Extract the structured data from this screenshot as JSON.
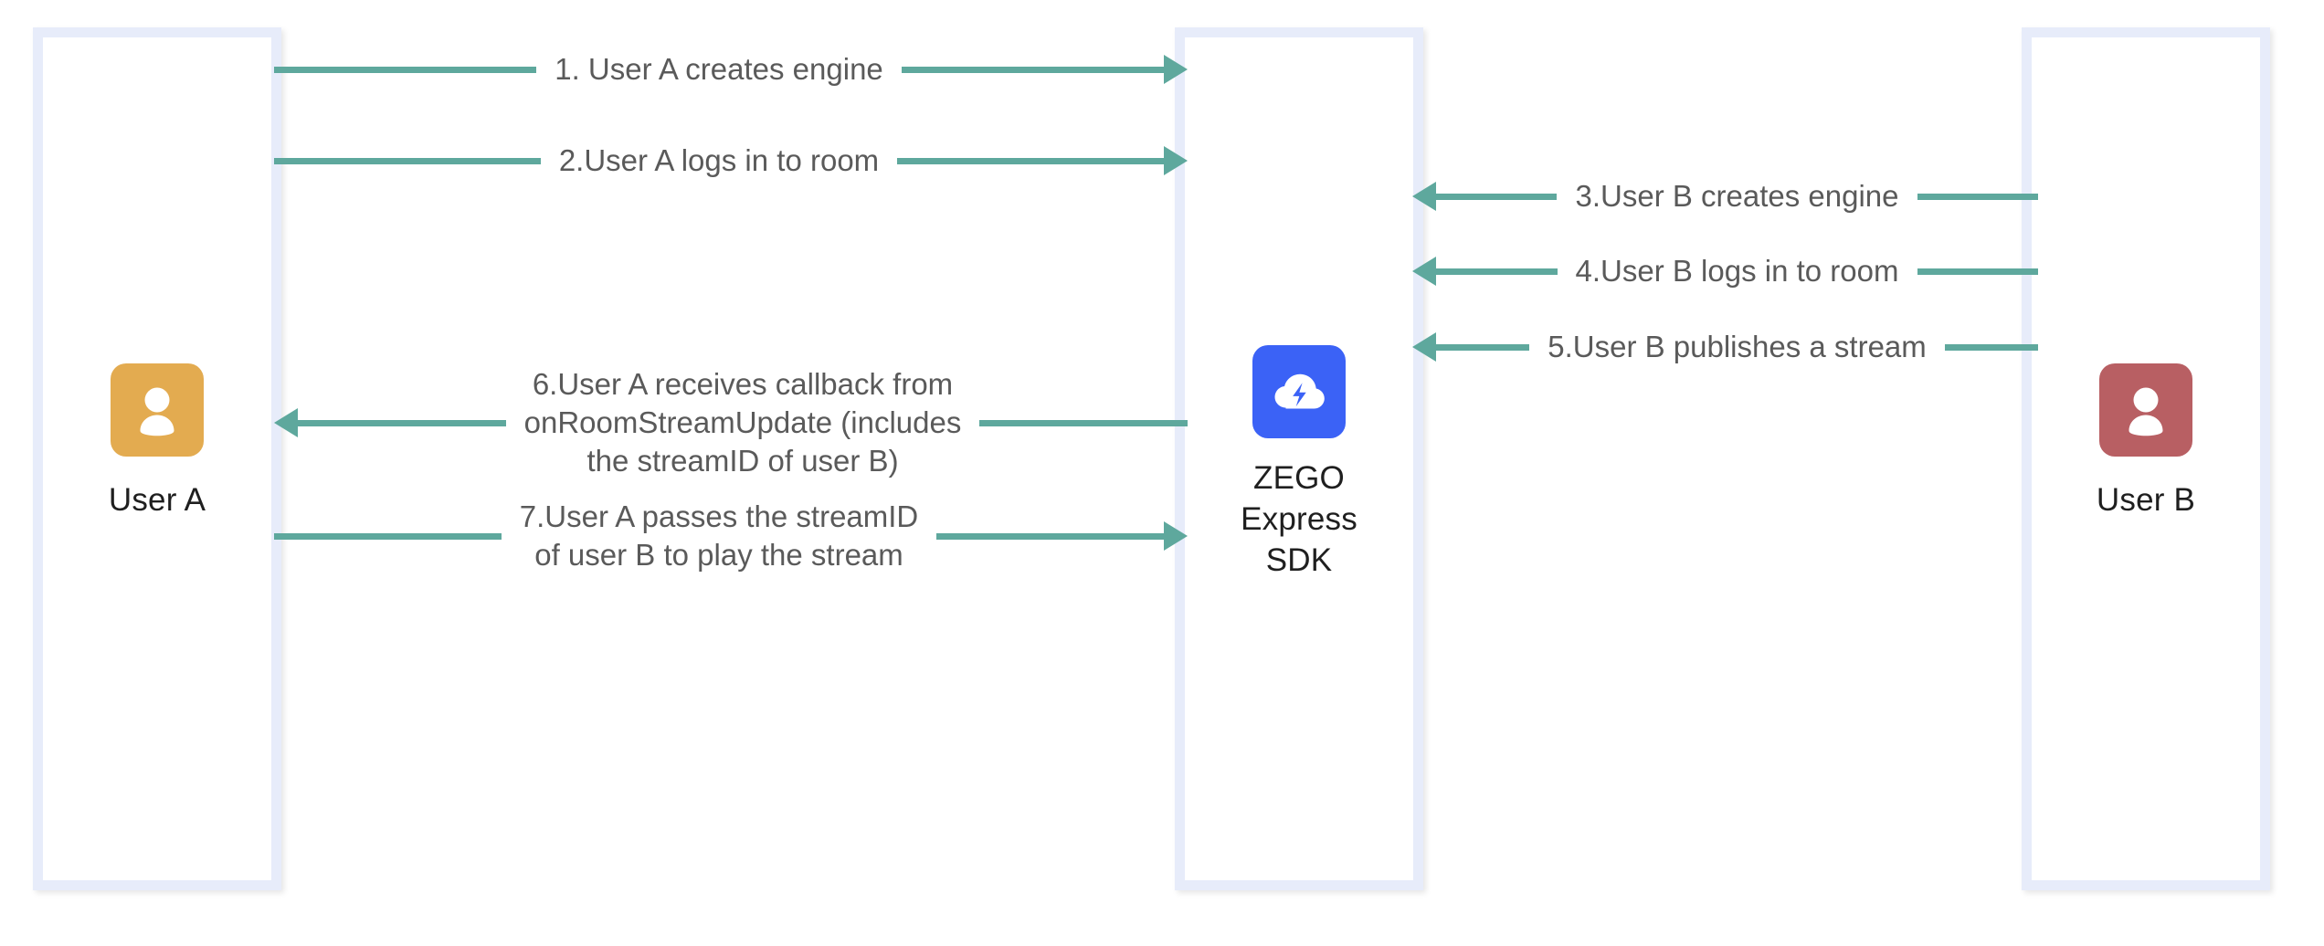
{
  "diagram": {
    "title": "ZEGO Express SDK stream publish and play flow",
    "accent_line_color": "#5ea89d",
    "column_border_color": "#e7ecfa",
    "label_color": "#5a5a5a"
  },
  "nodes": [
    {
      "id": "user-a",
      "caption": "User A",
      "icon": "person-avatar-icon",
      "avatar_color": "#e3ab50"
    },
    {
      "id": "zego-sdk",
      "caption": "ZEGO\nExpress\nSDK",
      "icon": "zego-cloud-bolt-icon",
      "avatar_color": "#3b62f6"
    },
    {
      "id": "user-b",
      "caption": "User B",
      "icon": "person-avatar-icon",
      "avatar_color": "#b85f63"
    }
  ],
  "messages": [
    {
      "step": 1,
      "label": "1. User A creates engine",
      "from": "user-a",
      "to": "zego-sdk",
      "direction": "right"
    },
    {
      "step": 2,
      "label": "2.User A logs in to room",
      "from": "user-a",
      "to": "zego-sdk",
      "direction": "right"
    },
    {
      "step": 3,
      "label": "3.User B creates engine",
      "from": "user-b",
      "to": "zego-sdk",
      "direction": "left"
    },
    {
      "step": 4,
      "label": "4.User B logs in to room",
      "from": "user-b",
      "to": "zego-sdk",
      "direction": "left"
    },
    {
      "step": 5,
      "label": "5.User B publishes a stream",
      "from": "user-b",
      "to": "zego-sdk",
      "direction": "left"
    },
    {
      "step": 6,
      "label": "6.User A receives callback from\nonRoomStreamUpdate (includes\nthe streamID of user B)",
      "from": "zego-sdk",
      "to": "user-a",
      "direction": "left"
    },
    {
      "step": 7,
      "label": "7.User A passes the streamID\nof user B to play the stream",
      "from": "user-a",
      "to": "zego-sdk",
      "direction": "right"
    }
  ]
}
